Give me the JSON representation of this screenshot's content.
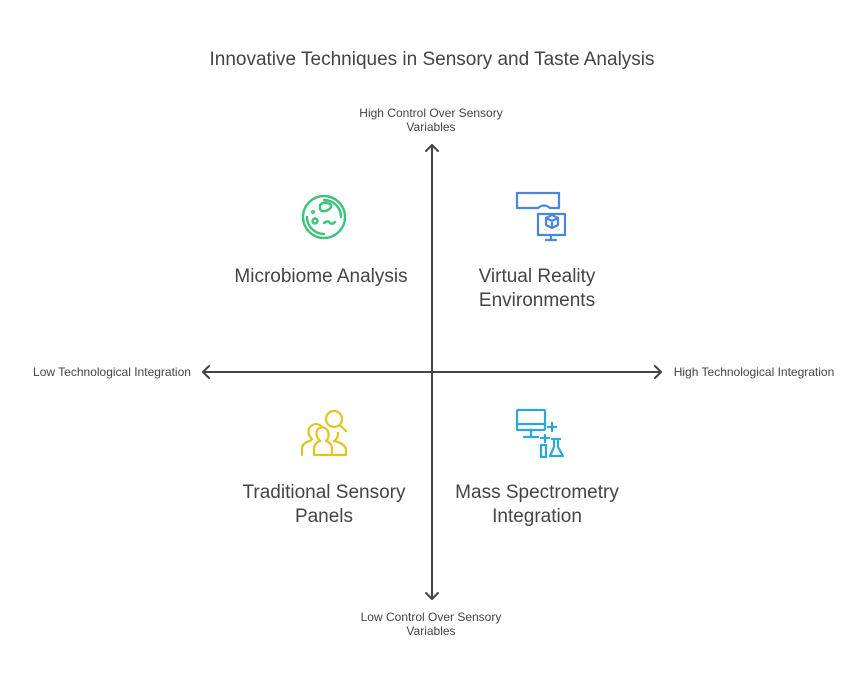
{
  "title": "Innovative Techniques in Sensory and Taste Analysis",
  "axes": {
    "y_top": "High Control Over Sensory Variables",
    "y_bottom": "Low Control Over Sensory Variables",
    "x_left": "Low Technological Integration",
    "x_right": "High Technological Integration"
  },
  "quadrants": [
    {
      "label": "Microbiome Analysis",
      "icon": "petri-dish-icon",
      "color": "#3cc47c"
    },
    {
      "label": "Virtual Reality Environments",
      "icon": "vr-headset-icon",
      "color": "#4a86e0"
    },
    {
      "label": "Traditional Sensory Panels",
      "icon": "people-search-icon",
      "color": "#e0c420"
    },
    {
      "label": "Mass Spectrometry Integration",
      "icon": "computer-flask-icon",
      "color": "#2aa8d8"
    }
  ]
}
